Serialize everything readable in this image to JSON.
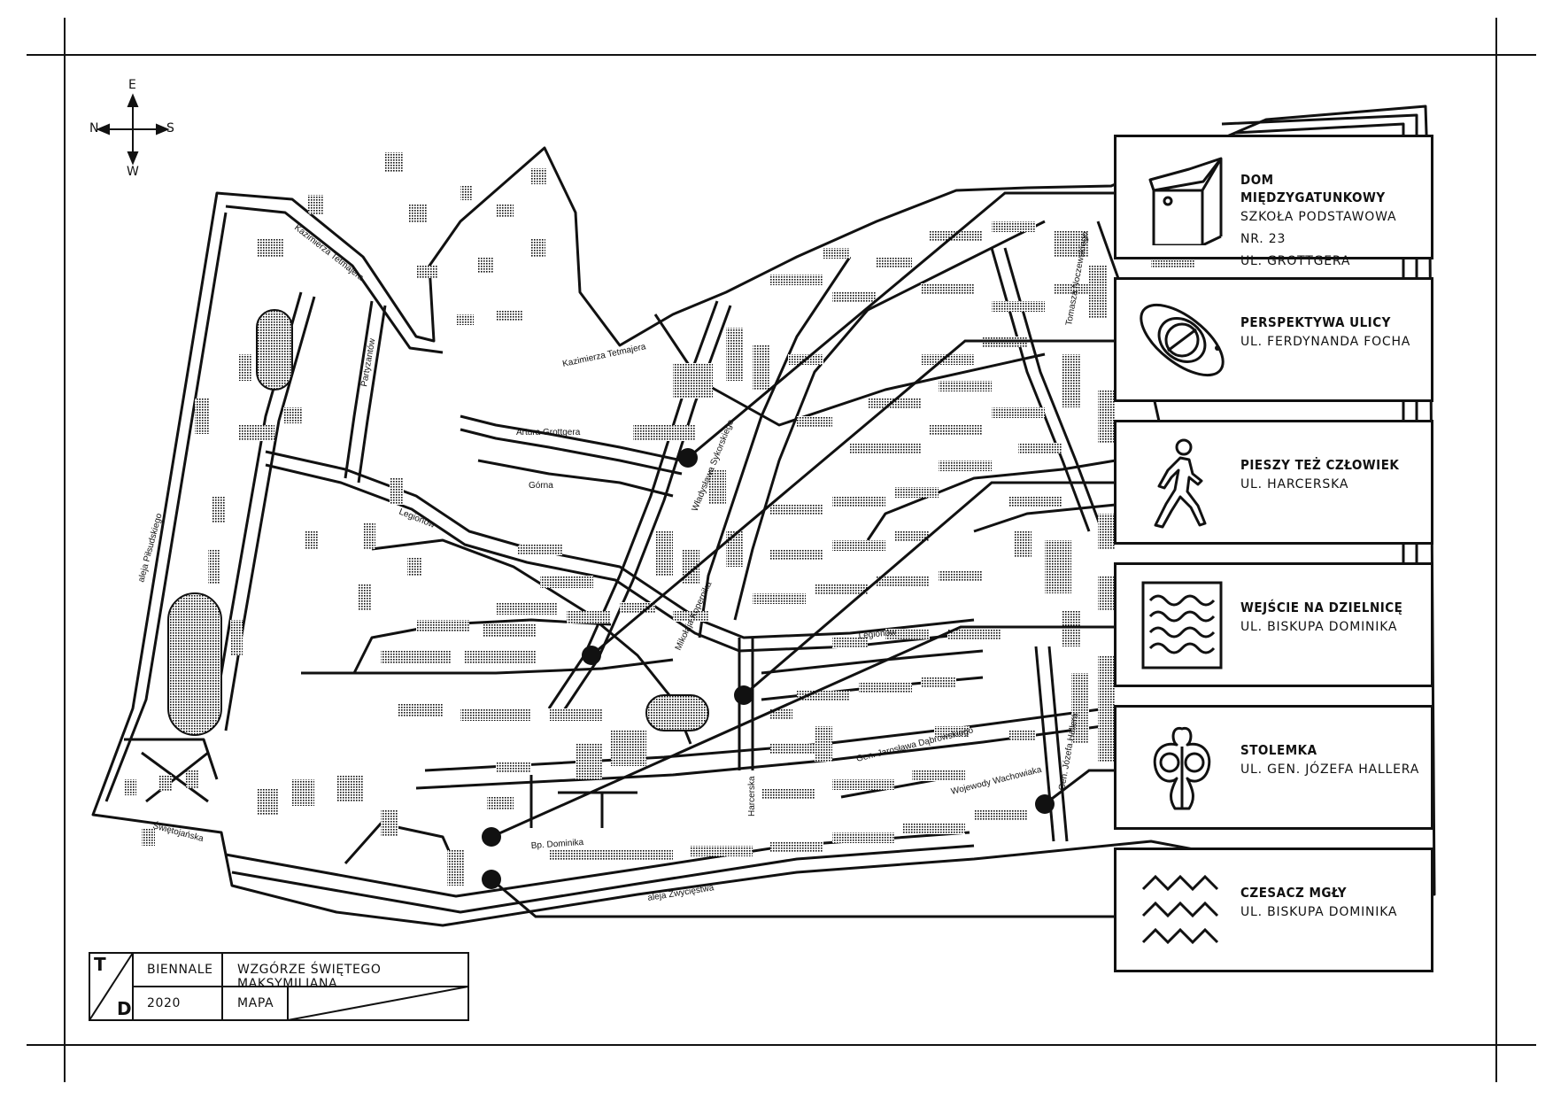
{
  "compass": {
    "north": "N",
    "east": "E",
    "south": "S",
    "west": "W"
  },
  "legend": [
    {
      "title": "DOM MIĘDZYGATUNKOWY",
      "lines": [
        "SZKOŁA PODSTAWOWA NR. 23",
        "UL. GROTTGERA"
      ],
      "icon": "birdhouse-icon"
    },
    {
      "title": "PERSPEKTYWA ULICY",
      "lines": [
        "UL. FERDYNANDA FOCHA"
      ],
      "icon": "sphere-ellipse-icon"
    },
    {
      "title": "PIESZY TEŻ CZŁOWIEK",
      "lines": [
        "UL. HARCERSKA"
      ],
      "icon": "pedestrian-icon"
    },
    {
      "title": "WEJŚCIE NA DZIELNICĘ",
      "lines": [
        "UL. BISKUPA DOMINIKA"
      ],
      "icon": "waves-icon"
    },
    {
      "title": "STOLEMKA",
      "lines": [
        "UL. GEN. JÓZEFA HALLERA"
      ],
      "icon": "tree-figure-icon"
    },
    {
      "title": "CZESACZ MGŁY",
      "lines": [
        "UL. BISKUPA DOMINIKA"
      ],
      "icon": "zigzag-icon"
    }
  ],
  "streets": {
    "tetmajera_1": "Kazimierza Tetmajera",
    "tetmajera_2": "Kazimierza Tetmajera",
    "partyzantow": "Partyzantów",
    "pilsudskiego": "aleja Piłsudskiego",
    "legionow_1": "Legionów",
    "legionow_2": "Legionów",
    "grottgera": "Artura Grottgera",
    "gorna": "Górna",
    "sykorskiego": "Władysława Sykorskiego",
    "kopernika": "Mikołaja Kopernika",
    "noczewskiego": "Tomasza Noczewskiego",
    "swietojanska": "Świętojańska",
    "dominika": "Bp. Dominika",
    "zwyciestwa": "aleja Zwycięstwa",
    "harcerska": "Harcerska",
    "dabrowskiego": "Gen. Jarosława Dąbrowskiego",
    "wachowiaka": "Wojewody Wachowiaka",
    "hallera": "Gen. Józefa Hallera"
  },
  "title_block": {
    "logo_top": "T",
    "logo_bottom": "D",
    "event": "BIENNALE",
    "project": "WZGÓRZE ŚWIĘTEGO MAKSYMILIANA",
    "year": "2020",
    "doc_type": "MAPA"
  },
  "colors": {
    "ink": "#111111",
    "paper": "#ffffff"
  }
}
